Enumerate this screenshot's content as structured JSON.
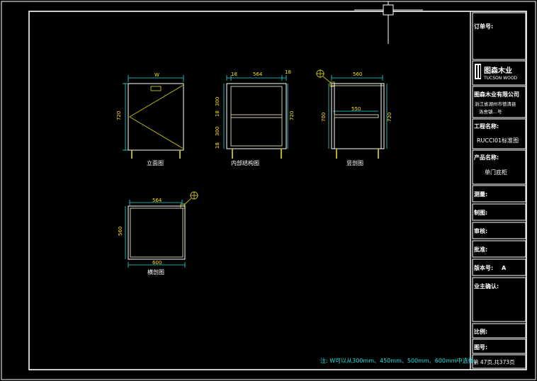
{
  "title_block": {
    "order_no": "订单号:",
    "logo_name": "图森木业",
    "logo_en": "TUCSON WOOD",
    "company_name": "图森木业有限公司",
    "company_address_1": "浙江省湖州市德清县",
    "company_address_2": "洛舍镇…号",
    "project_label": "工程名称:",
    "project_name": "RUCCI01标准图",
    "product_label": "产品名称:",
    "product_name": "单门底柜",
    "measure_label": "测量:",
    "draw_label": "制图:",
    "review_label": "审核:",
    "approve_label": "批准:",
    "version_label": "版本号:",
    "version_value": "A",
    "owner_label": "业主确认:",
    "scale_label": "比例:",
    "drawing_no_label": "图号:",
    "page_info": "第 47页,共373页"
  },
  "views": {
    "front": "立面图",
    "internal": "内部结构图",
    "vertical": "竖剖图",
    "horizontal": "横剖图"
  },
  "dims": {
    "front_width": "W",
    "front_height": "720",
    "internal_left": "18",
    "internal_width": "564",
    "internal_right": "18",
    "internal_h1": "300",
    "internal_h2": "18",
    "internal_h3": "300",
    "internal_h4": "18",
    "internal_total": "720",
    "vertical_depth": "560",
    "vertical_shelf": "550",
    "vertical_height": "700",
    "vertical_height_right": "720",
    "horizontal_top": "564",
    "horizontal_depth": "560",
    "horizontal_bottom": "600"
  },
  "note": "注: W可以从300mm、450mm、500mm、600mm中选择。"
}
